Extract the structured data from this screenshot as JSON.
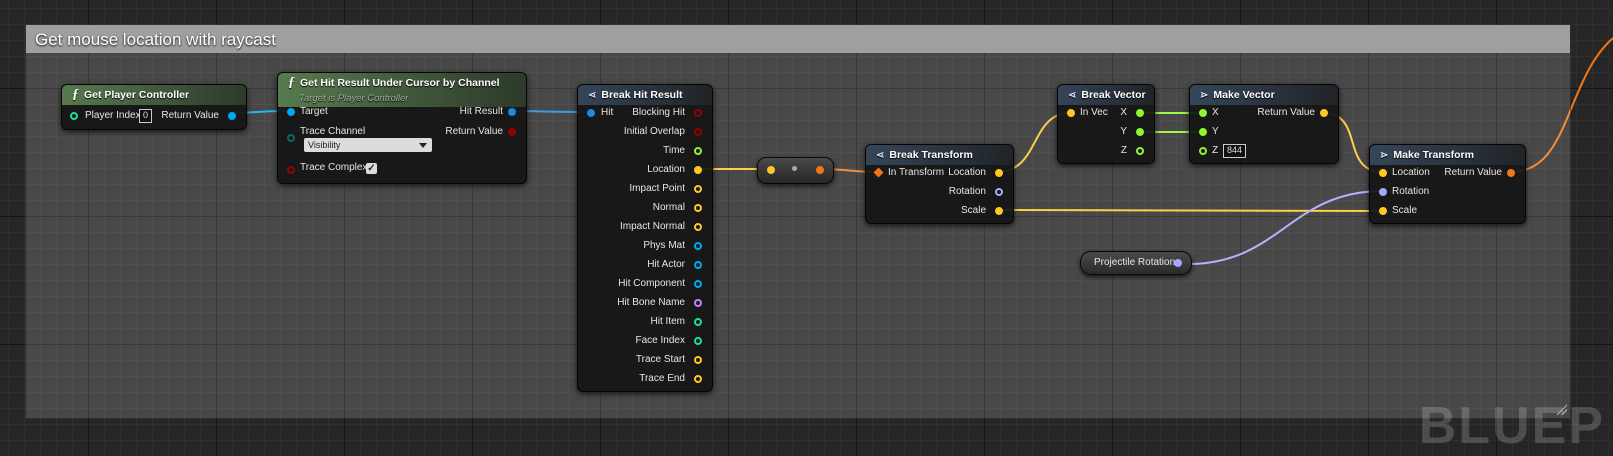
{
  "comment": {
    "title": "Get mouse location with raycast"
  },
  "watermark": "BLUEP",
  "colors": {
    "struct": "#1a8ae0",
    "object": "#00a8f0",
    "bool": "#940000",
    "float": "#8ff52e",
    "vector": "#fdc827",
    "rotator": "#a4a6ff",
    "transform": "#f47613",
    "int": "#1bdda5",
    "byte": "#006f65",
    "name": "#c77bff"
  },
  "nodes": {
    "get_player_controller": {
      "title": "Get Player Controller",
      "icon": "function-icon",
      "player_index_label": "Player Index",
      "player_index_value": "0",
      "return_label": "Return Value"
    },
    "get_hit_result": {
      "title": "Get Hit Result Under Cursor by Channel",
      "subtitle": "Target is Player Controller",
      "icon": "function-icon",
      "target_label": "Target",
      "trace_channel_label": "Trace Channel",
      "trace_channel_value": "Visibility",
      "trace_complex_label": "Trace Complex",
      "trace_complex_checked": true,
      "hit_result_label": "Hit Result",
      "return_label": "Return Value"
    },
    "break_hit_result": {
      "title": "Break Hit Result",
      "icon": "break-struct-icon",
      "input_label": "Hit",
      "outputs": [
        "Blocking Hit",
        "Initial Overlap",
        "Time",
        "Location",
        "Impact Point",
        "Normal",
        "Impact Normal",
        "Phys Mat",
        "Hit Actor",
        "Hit Component",
        "Hit Bone Name",
        "Hit Item",
        "Face Index",
        "Trace Start",
        "Trace End"
      ]
    },
    "break_transform": {
      "title": "Break Transform",
      "icon": "break-struct-icon",
      "input_label": "In Transform",
      "outputs": [
        "Location",
        "Rotation",
        "Scale"
      ]
    },
    "break_vector": {
      "title": "Break Vector",
      "icon": "break-struct-icon",
      "input_label": "In Vec",
      "outputs": [
        "X",
        "Y",
        "Z"
      ]
    },
    "make_vector": {
      "title": "Make Vector",
      "icon": "make-struct-icon",
      "inputs": [
        "X",
        "Y",
        "Z"
      ],
      "z_value": "844",
      "return_label": "Return Value"
    },
    "make_transform": {
      "title": "Make Transform",
      "icon": "make-struct-icon",
      "inputs": [
        "Location",
        "Rotation",
        "Scale"
      ],
      "return_label": "Return Value"
    },
    "projectile_rotation": {
      "label": "Projectile Rotation"
    }
  }
}
